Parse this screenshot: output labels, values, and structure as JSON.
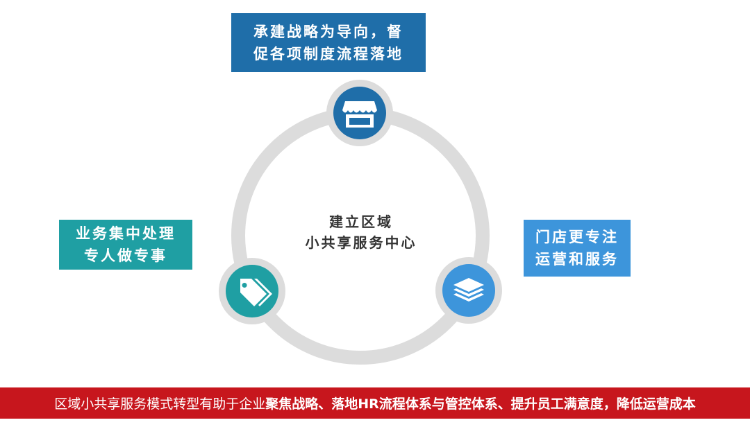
{
  "top_box": {
    "line1": "承建战略为导向，督",
    "line2": "促各项制度流程落地"
  },
  "left_box": {
    "line1": "业务集中处理",
    "line2": "专人做专事"
  },
  "right_box": {
    "line1": "门店更专注",
    "line2": "运营和服务"
  },
  "center": {
    "line1": "建立区域",
    "line2": "小共享服务中心"
  },
  "bottom": {
    "normal": "区域小共享服务模式转型有助于企业",
    "bold": "聚焦战略、落地HR流程体系与管控体系、提升员工满意度，降低运营成本"
  },
  "icons": {
    "top": "store-icon",
    "left": "tags-icon",
    "right": "layers-icon"
  },
  "colors": {
    "top_box": "#1f6ea9",
    "left_box": "#1f9fa3",
    "right_box": "#3d95db",
    "ring": "#dcdcdc",
    "bottom_bar": "#c7161d"
  }
}
